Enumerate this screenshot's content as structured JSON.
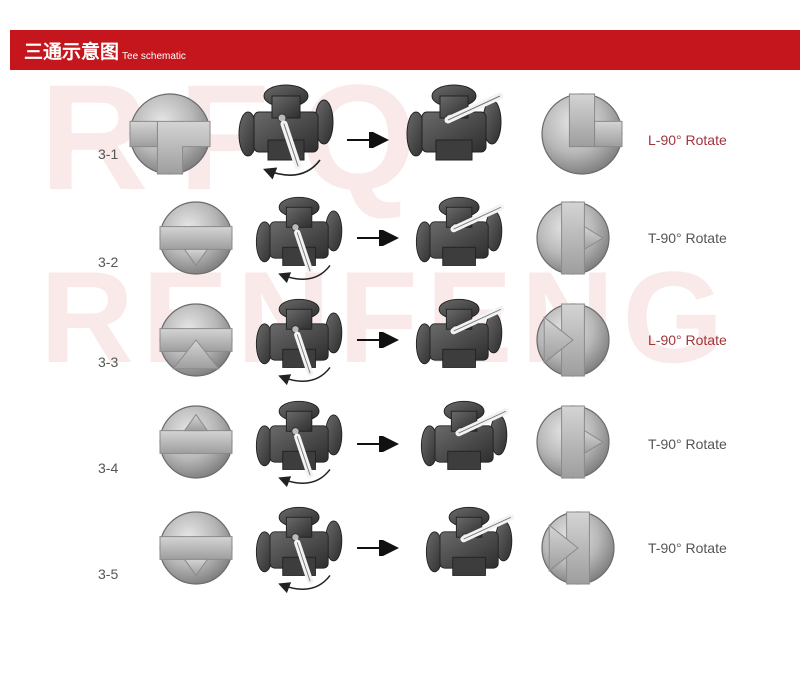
{
  "header": {
    "title_zh": "三通示意图",
    "title_en": "Tee schematic"
  },
  "watermark": {
    "line1": "RFQ",
    "line2": "RENFENG"
  },
  "rows": [
    {
      "id": "3-1",
      "label": "3-1",
      "rotate": "L-90° Rotate",
      "rotate_color": "#a2343c",
      "before_port": "L-corner",
      "after_port": "L-corner-rotated"
    },
    {
      "id": "3-2",
      "label": "3-2",
      "rotate": "T-90° Rotate",
      "rotate_color": "#555555",
      "before_port": "T-down",
      "after_port": "T-left"
    },
    {
      "id": "3-3",
      "label": "3-3",
      "rotate": "L-90° Rotate",
      "rotate_color": "#a2343c",
      "before_port": "V-up",
      "after_port": "L-right"
    },
    {
      "id": "3-4",
      "label": "3-4",
      "rotate": "T-90° Rotate",
      "rotate_color": "#555555",
      "before_port": "T-up",
      "after_port": "T-left"
    },
    {
      "id": "3-5",
      "label": "3-5",
      "rotate": "T-90° Rotate",
      "rotate_color": "#555555",
      "before_port": "T-down",
      "after_port": "L-right"
    }
  ]
}
